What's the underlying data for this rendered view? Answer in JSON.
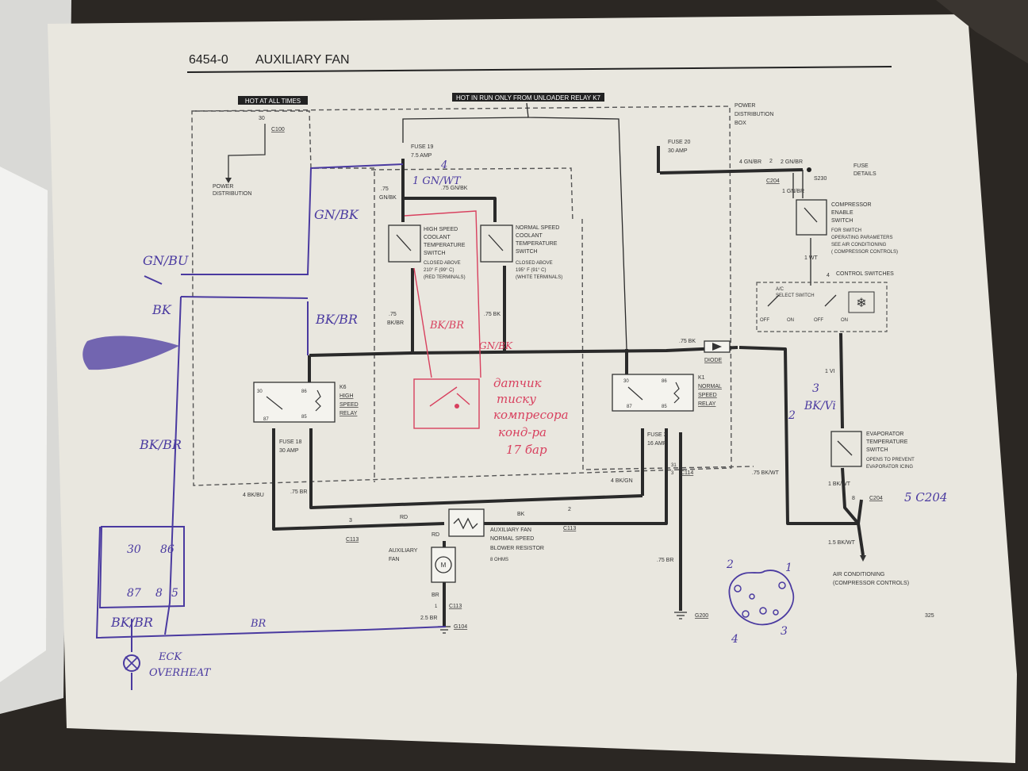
{
  "header": {
    "code": "6454-0",
    "title": "AUXILIARY FAN",
    "page_number": "325"
  },
  "banners": {
    "hot_at_all_times": "HOT AT ALL TIMES",
    "hot_in_run": "HOT IN RUN ONLY FROM UNLOADER RELAY K7"
  },
  "pdb": {
    "label1": "POWER",
    "label2": "DISTRIBUTION",
    "label3": "BOX"
  },
  "power_distribution": {
    "label1": "POWER",
    "label2": "DISTRIBUTION"
  },
  "pins": {
    "c100_pin": "30",
    "c100": "C100"
  },
  "fuses": {
    "fuse19": "FUSE 19",
    "fuse19_amp": "7.5 AMP",
    "fuse20": "FUSE 20",
    "fuse20_amp": "30 AMP",
    "fuse18": "FUSE 18",
    "fuse18_amp": "30 AMP",
    "fuse3": "FUSE 3",
    "fuse3_amp": "16 AMP"
  },
  "fuse_details": {
    "wire": "4 GN/BR",
    "pin": "2",
    "wire2": "2 GN/BR",
    "c204": "C204",
    "s230": "S230",
    "label1": "FUSE",
    "label2": "DETAILS"
  },
  "compressor": {
    "wire": "1 GN/BR",
    "title1": "COMPRESSOR",
    "title2": "ENABLE",
    "title3": "SWITCH",
    "note1": "FOR SWITCH",
    "note2": "OPERATING PARAMETERS",
    "note3": "SEE AIR CONDITIONING",
    "note4": "( COMPRESSOR CONTROLS)"
  },
  "control_switches": {
    "wt": "1 WT",
    "pin4": "4",
    "title": "CONTROL SWITCHES",
    "ac1": "A/C",
    "ac2": "SELECT SWITCH",
    "off": "OFF",
    "on": "ON",
    "off2": "OFF",
    "on2": "ON"
  },
  "high_switch": {
    "wire_a": ".75",
    "wire_b": "GN/BK",
    "wire_c": ".75 GN/BK",
    "title1": "HIGH SPEED",
    "title2": "COOLANT",
    "title3": "TEMPERATURE",
    "title4": "SWITCH",
    "note1": "CLOSED ABOVE",
    "note2": "210° F (99° C)",
    "note3": "(RED TERMINALS)"
  },
  "normal_switch": {
    "title1": "NORMAL SPEED",
    "title2": "COOLANT",
    "title3": "TEMPERATURE",
    "title4": "SWITCH",
    "note1": "CLOSED ABOVE",
    "note2": "195° F (91° C)",
    "note3": "(WHITE TERMINALS)"
  },
  "wires": {
    "w75bkbr_a": ".75",
    "w75bkbr_b": "BK/BR",
    "w75bk": ".75 BK",
    "w75bk2": ".75 BK",
    "w75bkwt": ".75 BK/WT",
    "w1vi": "1 VI",
    "w1bkwt": "1 BK/WT",
    "w15bkwt": "1.5 BK/WT",
    "w4bkbu": "4 BK/BU",
    "w75br": ".75 BR",
    "w4bkgn": "4 BK/GN",
    "wrd": "RD",
    "wbk": "BK",
    "wrd2": "RD",
    "wbr": "BR",
    "w25br": "2.5 BR",
    "w75br2": ".75 BR"
  },
  "relay_k6": {
    "name": "K6",
    "t1": "HIGH",
    "t2": "SPEED",
    "t3": "RELAY",
    "p30": "30",
    "p86": "86",
    "p87": "87",
    "p85": "85"
  },
  "relay_k1": {
    "name": "K1",
    "t1": "NORMAL",
    "t2": "SPEED",
    "t3": "RELAY",
    "p30": "30",
    "p86": "86",
    "p87": "87",
    "p85": "85"
  },
  "diode": {
    "label": "DIODE"
  },
  "evaporator": {
    "title1": "EVAPORATOR",
    "title2": "TEMPERATURE",
    "title3": "SWITCH",
    "note1": "OPENS TO PREVENT",
    "note2": "EVAPORATOR ICING",
    "pin8": "8",
    "c204": "C204"
  },
  "ac_compressor": {
    "line1": "AIR CONDITIONING",
    "line2": "(COMPRESSOR CONTROLS)"
  },
  "connectors": {
    "c113_pin3": "3",
    "c113_a": "C113",
    "c113_pin2": "2",
    "c113_b": "C113",
    "c114_31": "31",
    "c114_3": "3",
    "c114": "C114",
    "c113_c_pin": "1",
    "c113_c": "C113"
  },
  "resistor": {
    "l1": "AUXILIARY FAN",
    "l2": "NORMAL SPEED",
    "l3": "BLOWER RESISTOR",
    "l4": "8 OHMS"
  },
  "aux_fan": {
    "l1": "AUXILIARY",
    "l2": "FAN",
    "m": "M"
  },
  "grounds": {
    "g104": "G104",
    "g200": "G200"
  },
  "handwritten": {
    "gnbk": "GN/BK",
    "gnbu": "GN/BU",
    "bk": "BK",
    "bkbr": "BK/BR",
    "bkbr2": "BK/BR",
    "bkbr3": "BK/BR",
    "bkbr_red": "BK/BR",
    "gnbk_red": "GN/BK",
    "fuse_note": "1  GN/WT",
    "num4": "4",
    "ru1": "датчик",
    "ru2": "тиску",
    "ru3": "компресора",
    "ru4": "конд-ра",
    "ru5": "17 бар",
    "relay_p30": "30",
    "relay_p86": "86",
    "relay_p87": "87",
    "relay_p8": "8",
    "relay_p5": "5",
    "br": "BR",
    "eck1": "ECK",
    "eck2": "OVERHEAT",
    "n3": "3",
    "bkvi": "BK/Vi",
    "n2": "2",
    "c204_note": "5  C204",
    "con1": "1",
    "con2": "2",
    "con3": "3",
    "con4": "4"
  },
  "colors": {
    "paper": "#ebe9e2",
    "ink": "#2f2f2f",
    "pen_blue": "#4a3aa0",
    "pen_red": "#d8405e",
    "background": "#2b2723"
  }
}
